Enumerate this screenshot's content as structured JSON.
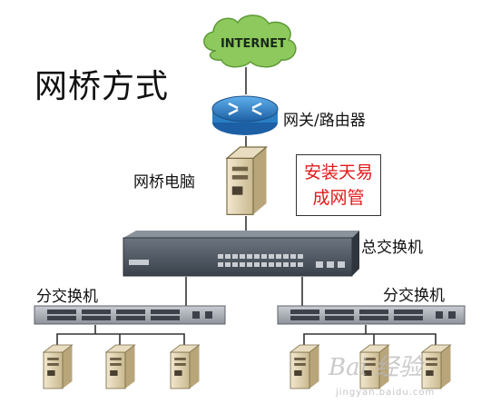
{
  "diagram": {
    "title": "网桥方式",
    "internet_label": "INTERNET",
    "gateway_label": "网关/路由器",
    "bridge_pc_label": "网桥电脑",
    "note_lines": [
      "安装天易",
      "成网管"
    ],
    "core_switch_label": "总交换机",
    "left_switch_label": "分交换机",
    "right_switch_label": "分交换机",
    "note_color": "#e21b1b",
    "cloud_color": "#8dc95c",
    "router_color": "#2a7fc4",
    "switch_color": "#4b5460"
  },
  "watermark": {
    "text": "Bai 经验",
    "url": "jingyan.baidu.com"
  }
}
